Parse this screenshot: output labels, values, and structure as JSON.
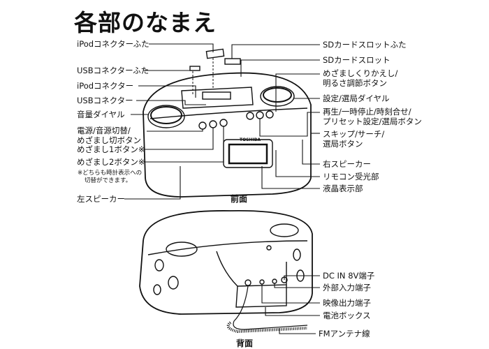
{
  "title": "各部のなまえ",
  "front": {
    "caption": "前面",
    "left_labels": [
      "iPodコネクターふた",
      "USBコネクターふた",
      "iPodコネクター",
      "USBコネクター",
      "音量ダイヤル",
      "電源/音源切替/",
      "めざまし切ボタン",
      "めざまし1ボタン※",
      "めざまし2ボタン※",
      "左スピーカー"
    ],
    "note": [
      "※どちらも時計表示への",
      "切替ができます。"
    ],
    "right_labels": [
      "SDカードスロットふた",
      "SDカードスロット",
      "めざましくりかえし/",
      "明るさ調節ボタン",
      "設定/選局ダイヤル",
      "再生/一時停止/時刻合せ/",
      "プリセット設定/選局ボタン",
      "スキップ/サーチ/",
      "選局ボタン",
      "右スピーカー",
      "リモコン受光部",
      "液晶表示部"
    ],
    "device_brand": "TOSHIBA"
  },
  "back": {
    "caption": "背面",
    "labels": [
      "DC IN 8V端子",
      "外部入力端子",
      "映像出力端子",
      "電池ボックス",
      "FMアンテナ線"
    ]
  }
}
